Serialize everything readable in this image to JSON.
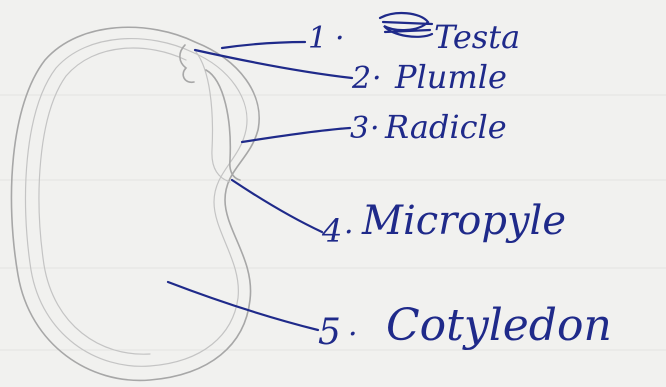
{
  "labels": [
    {
      "id": "testa",
      "number": "1",
      "text": "Testa"
    },
    {
      "id": "plumule",
      "number": "2",
      "text": "Plumle"
    },
    {
      "id": "radicle",
      "number": "3",
      "text": "Radicle"
    },
    {
      "id": "micropyle",
      "number": "4",
      "text": "Micropyle"
    },
    {
      "id": "cotyledon",
      "number": "5",
      "text": "Cotyledon"
    }
  ],
  "colors": {
    "ink": "#1f2a8a",
    "pencil": "#a7a7a7",
    "paper": "#f1f1ef"
  }
}
